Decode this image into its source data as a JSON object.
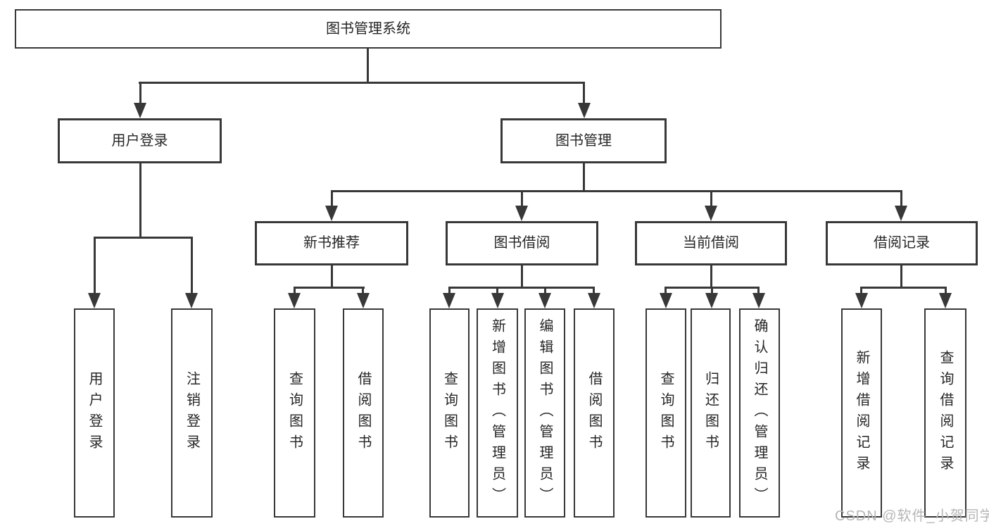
{
  "diagram": {
    "title": "图书管理系统",
    "tree": {
      "root": "图书管理系统",
      "level2": {
        "user_login": "用户登录",
        "book_mgmt": "图书管理"
      },
      "level3": {
        "new_book_rec": "新书推荐",
        "book_borrow": "图书借阅",
        "current_borrow": "当前借阅",
        "borrow_record": "借阅记录"
      },
      "leaves": {
        "user_login": "用户登录",
        "logout": "注销登录",
        "rec_query_book": "查询图书",
        "rec_borrow_book": "借阅图书",
        "bor_query_book": "查询图书",
        "bor_add_book": "新增图书（管理员）",
        "bor_edit_book": "编辑图书（管理员）",
        "bor_borrow_book": "借阅图书",
        "cur_query_book": "查询图书",
        "cur_return_book": "归还图书",
        "cur_confirm_return": "确认归还（管理员）",
        "rb_add_record": "新增借阅记录",
        "rb_query_record": "查询借阅记录"
      }
    },
    "colors": {
      "line": "#383838",
      "text": "#262626",
      "box_fill": "#ffffff",
      "watermark": "#b6b6b6",
      "background": "#ffffff"
    }
  },
  "watermark": {
    "text": "CSDN @软件_小贺同学"
  }
}
